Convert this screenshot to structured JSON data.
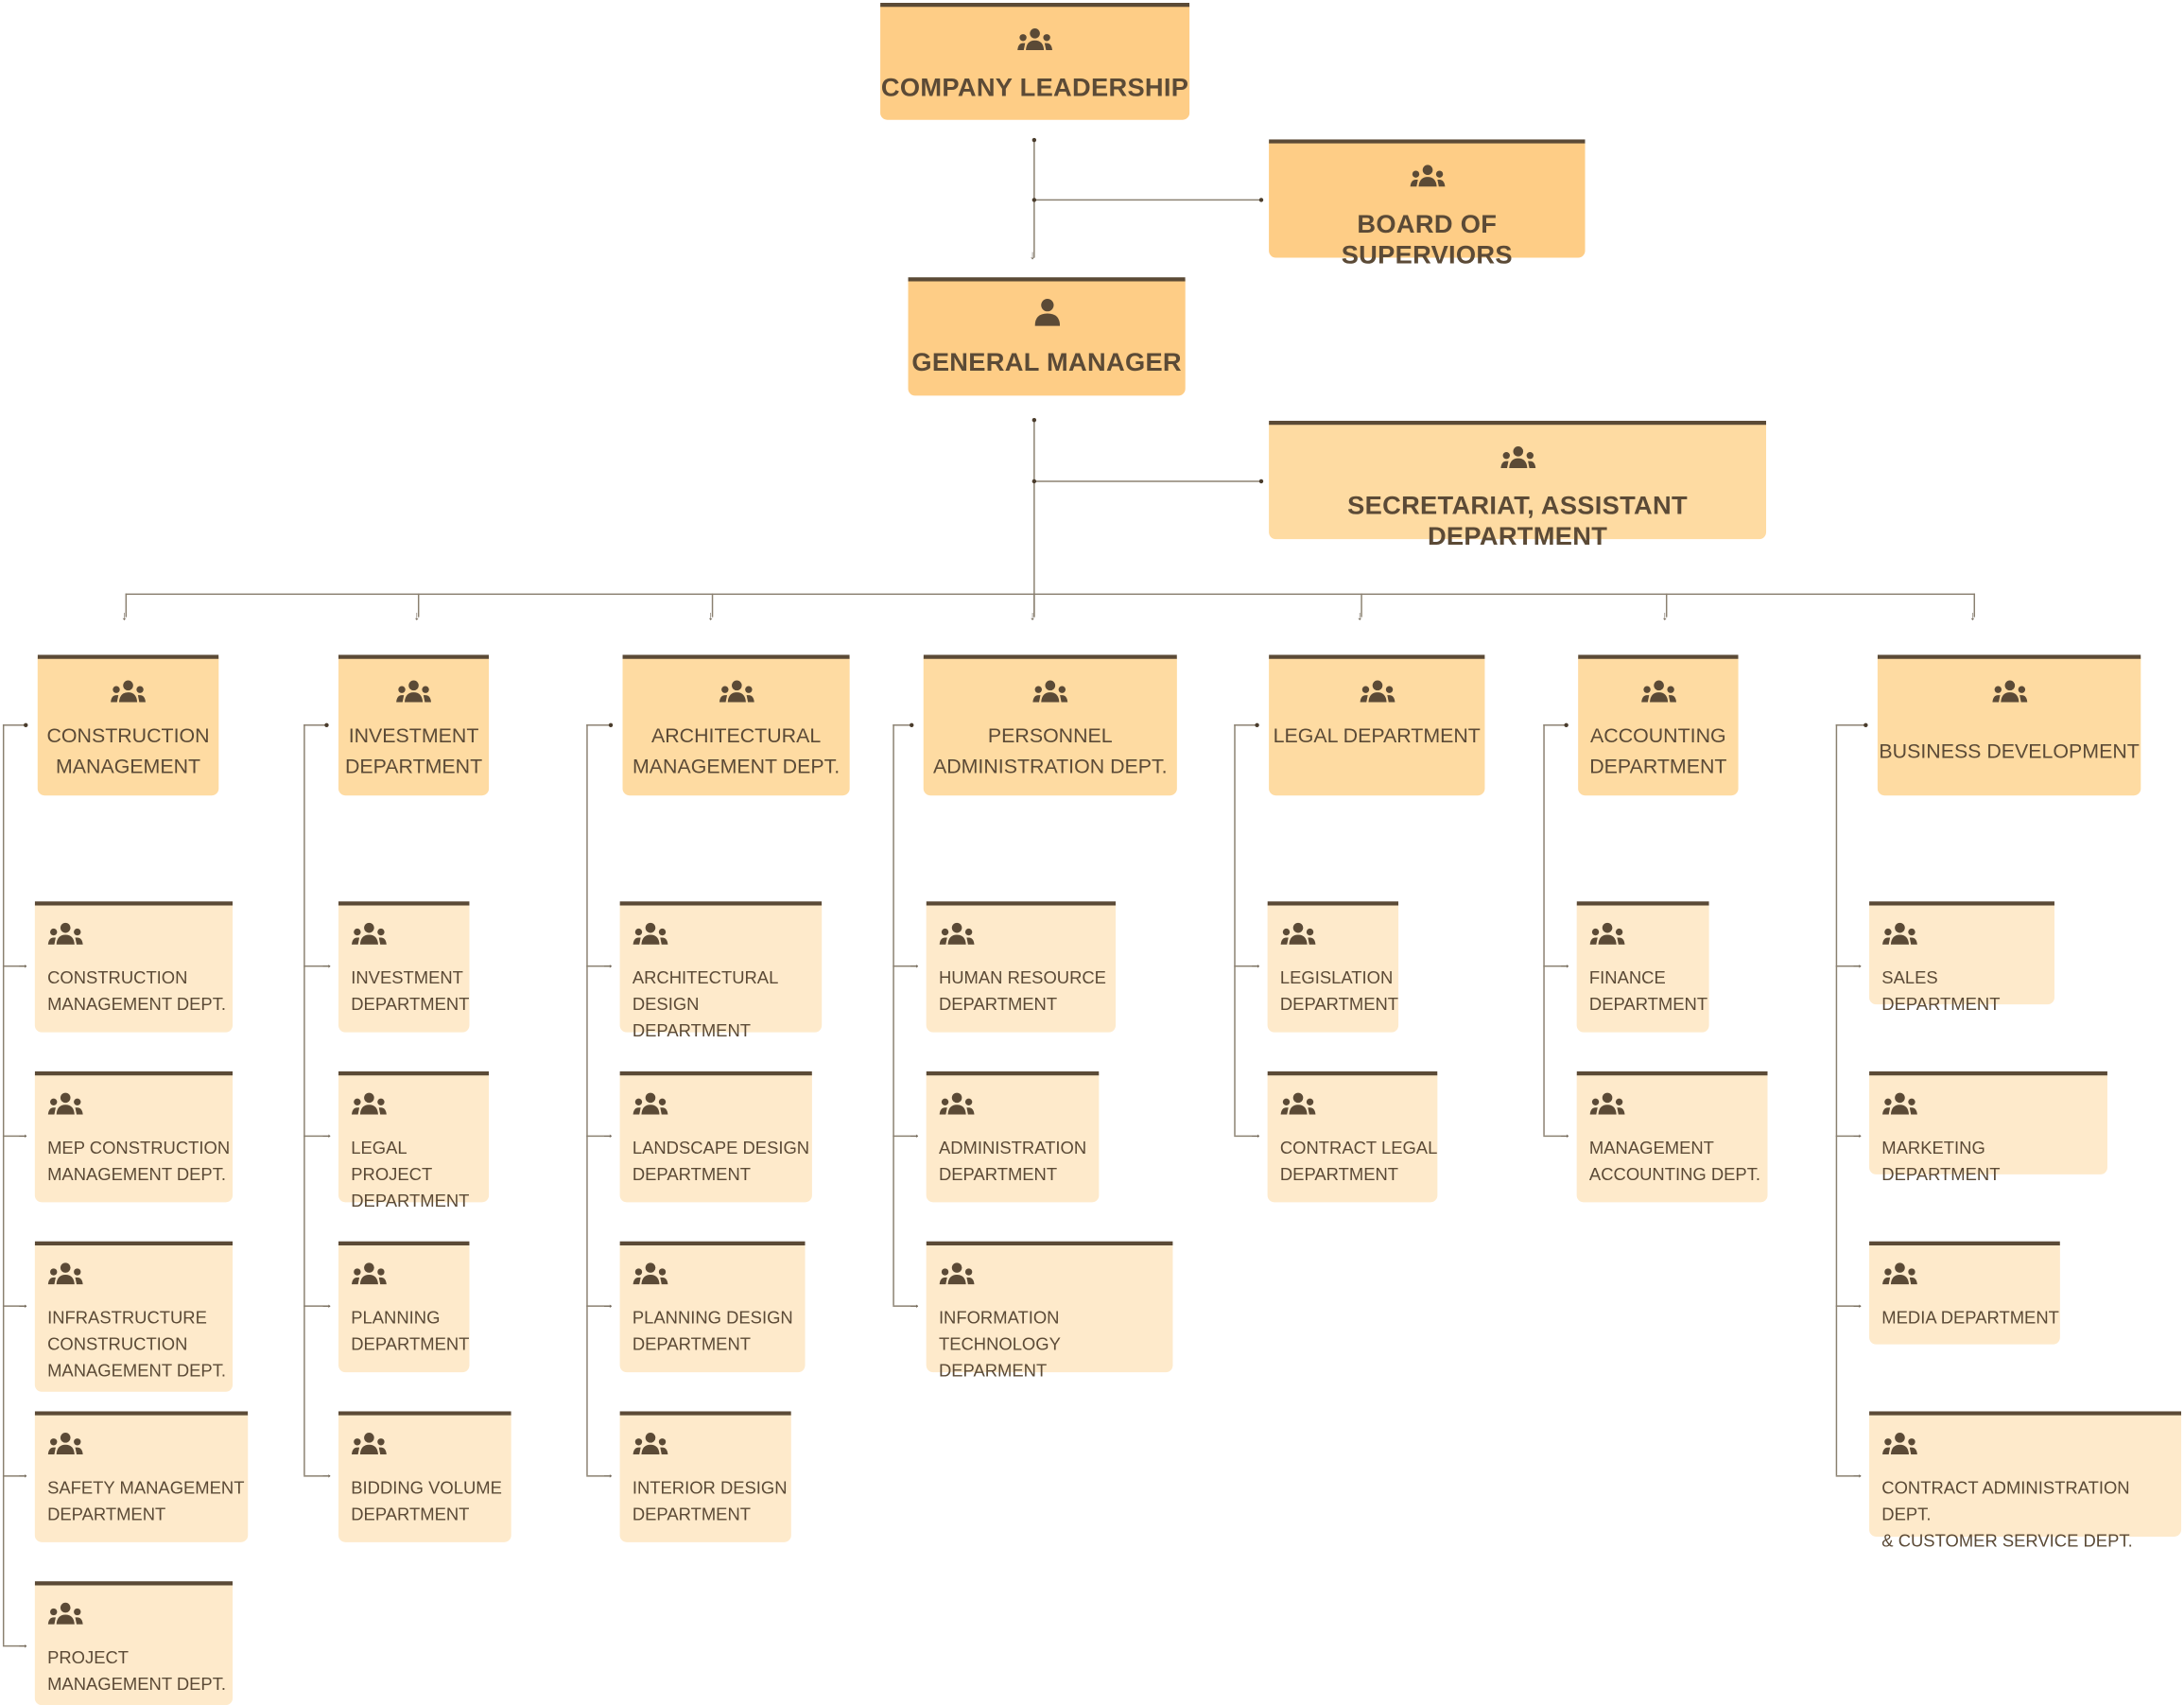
{
  "top": {
    "leadership": "COMPANY LEADERSHIP",
    "board": "BOARD OF SUPERVIORS",
    "gm": "GENERAL MANAGER",
    "secretariat": "SECRETARIAT, ASSISTANT DEPARTMENT"
  },
  "departments": [
    {
      "title": [
        "CONSTRUCTION",
        "MANAGEMENT"
      ],
      "units": [
        [
          "CONSTRUCTION",
          "MANAGEMENT DEPT."
        ],
        [
          "MEP CONSTRUCTION",
          "MANAGEMENT DEPT."
        ],
        [
          "INFRASTRUCTURE",
          "CONSTRUCTION",
          "MANAGEMENT DEPT."
        ],
        [
          "SAFETY MANAGEMENT",
          "DEPARTMENT"
        ],
        [
          "PROJECT",
          "MANAGEMENT DEPT."
        ]
      ]
    },
    {
      "title": [
        "INVESTMENT",
        "DEPARTMENT"
      ],
      "units": [
        [
          "INVESTMENT",
          "DEPARTMENT"
        ],
        [
          "LEGAL PROJECT",
          "DEPARTMENT"
        ],
        [
          "PLANNING",
          "DEPARTMENT"
        ],
        [
          "BIDDING VOLUME",
          "DEPARTMENT"
        ]
      ]
    },
    {
      "title": [
        "ARCHITECTURAL",
        "MANAGEMENT DEPT."
      ],
      "units": [
        [
          "ARCHITECTURAL",
          "DESIGN DEPARTMENT"
        ],
        [
          "LANDSCAPE DESIGN",
          "DEPARTMENT"
        ],
        [
          "PLANNING DESIGN",
          "DEPARTMENT"
        ],
        [
          "INTERIOR DESIGN",
          "DEPARTMENT"
        ]
      ]
    },
    {
      "title": [
        "PERSONNEL",
        "ADMINISTRATION DEPT."
      ],
      "units": [
        [
          "HUMAN RESOURCE",
          "DEPARTMENT"
        ],
        [
          "ADMINISTRATION",
          "DEPARTMENT"
        ],
        [
          "INFORMATION",
          "TECHNOLOGY DEPARMENT"
        ]
      ]
    },
    {
      "title": [
        "LEGAL DEPARTMENT"
      ],
      "units": [
        [
          "LEGISLATION",
          "DEPARTMENT"
        ],
        [
          "CONTRACT LEGAL",
          "DEPARTMENT"
        ]
      ]
    },
    {
      "title": [
        "ACCOUNTING",
        "DEPARTMENT"
      ],
      "units": [
        [
          "FINANCE",
          "DEPARTMENT"
        ],
        [
          "MANAGEMENT",
          "ACCOUNTING DEPT."
        ]
      ]
    },
    {
      "title": [
        "BUSINESS DEVELOPMENT"
      ],
      "units": [
        [
          "SALES DEPARTMENT"
        ],
        [
          "MARKETING DEPARTMENT"
        ],
        [
          "MEDIA DEPARTMENT"
        ],
        [
          "CONTRACT ADMINISTRATION DEPT.",
          "& CUSTOMER SERVICE DEPT."
        ]
      ]
    }
  ],
  "colors": {
    "text": "#5b4a36",
    "top": "#fecd86",
    "mid": "#fedba2",
    "unit": "#feeacb",
    "line": "#8a8070"
  }
}
